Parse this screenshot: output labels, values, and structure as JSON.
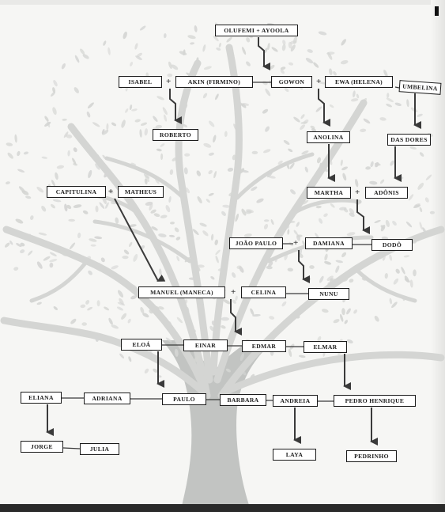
{
  "nodes": {
    "olufemi_ayoola": "OLUFEMI + AYOOLA",
    "isabel": "ISABEL",
    "akin": "AKIN (FIRMINO)",
    "gowon": "GOWON",
    "ewa": "EWA (HELENA)",
    "umbelina": "UMBELINA",
    "roberto": "ROBERTO",
    "anolina": "ANOLINA",
    "das_dores": "DAS DORES",
    "capitulina": "CAPITULINA",
    "matheus": "MATHEUS",
    "martha": "MARTHA",
    "adonis": "ADÔNIS",
    "joao_paulo": "JOÃO PAULO",
    "damiana": "DAMIANA",
    "dodo": "DODÔ",
    "manuel": "MANUEL (MANECA)",
    "celina": "CELINA",
    "nunu": "NUNU",
    "eloa": "ELOÁ",
    "einar": "EINAR",
    "edmar": "EDMAR",
    "elmar": "ELMAR",
    "eliana": "ELIANA",
    "adriana": "ADRIANA",
    "paulo": "PAULO",
    "barbara": "BARBARA",
    "andreia": "ANDREIA",
    "pedro_henrique": "PEDRO HENRIQUE",
    "jorge": "JORGE",
    "julia": "JULIA",
    "laya": "LAYA",
    "pedrinho": "PEDRINHO"
  },
  "plus_sign": "+",
  "colors": {
    "background": "#f6f6f4",
    "tree": "#d4d5d3",
    "trunk": "#c2c4c2",
    "box_border": "#1b1b1b",
    "arrow": "#3a3a3a"
  }
}
